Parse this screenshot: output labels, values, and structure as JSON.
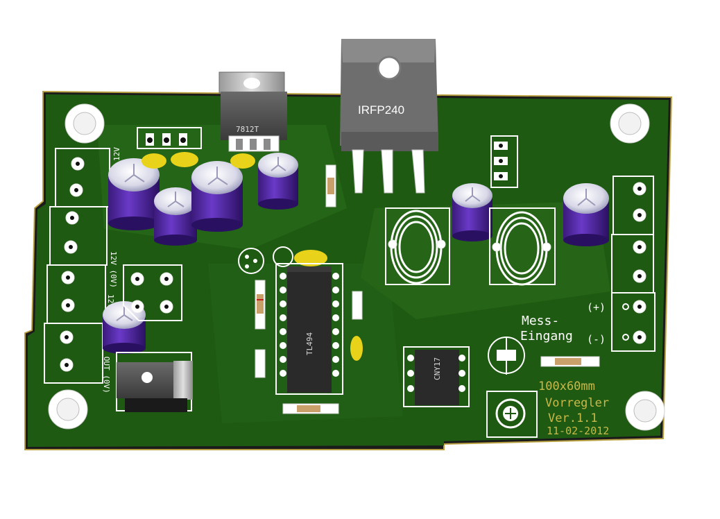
{
  "labels": {
    "regulator": "7812T",
    "mosfet": "IRFP240",
    "pwm_ic": "TL494",
    "optocoupler": "CNY17",
    "mess": "Mess-",
    "eingang": "Eingang",
    "plus": "(+)",
    "minus": "(-)",
    "size": "100x60mm",
    "name": "Vorregler",
    "version": "Ver.1.1",
    "date": "11-02-2012",
    "conn_left_top": "12V",
    "conn_left_mid1": "12V (0V)",
    "conn_left_mid2": "12V (0V)",
    "conn_left_bot": "(+)5V OUT (0V)"
  },
  "colors": {
    "board": "#1f5a12",
    "board_light": "#2f7a1e",
    "silkscreen": "#ffffff",
    "capacitor": "#5b2aa8",
    "ceramic": "#e8d21a",
    "silk_text_yellow": "#c9b94a"
  }
}
